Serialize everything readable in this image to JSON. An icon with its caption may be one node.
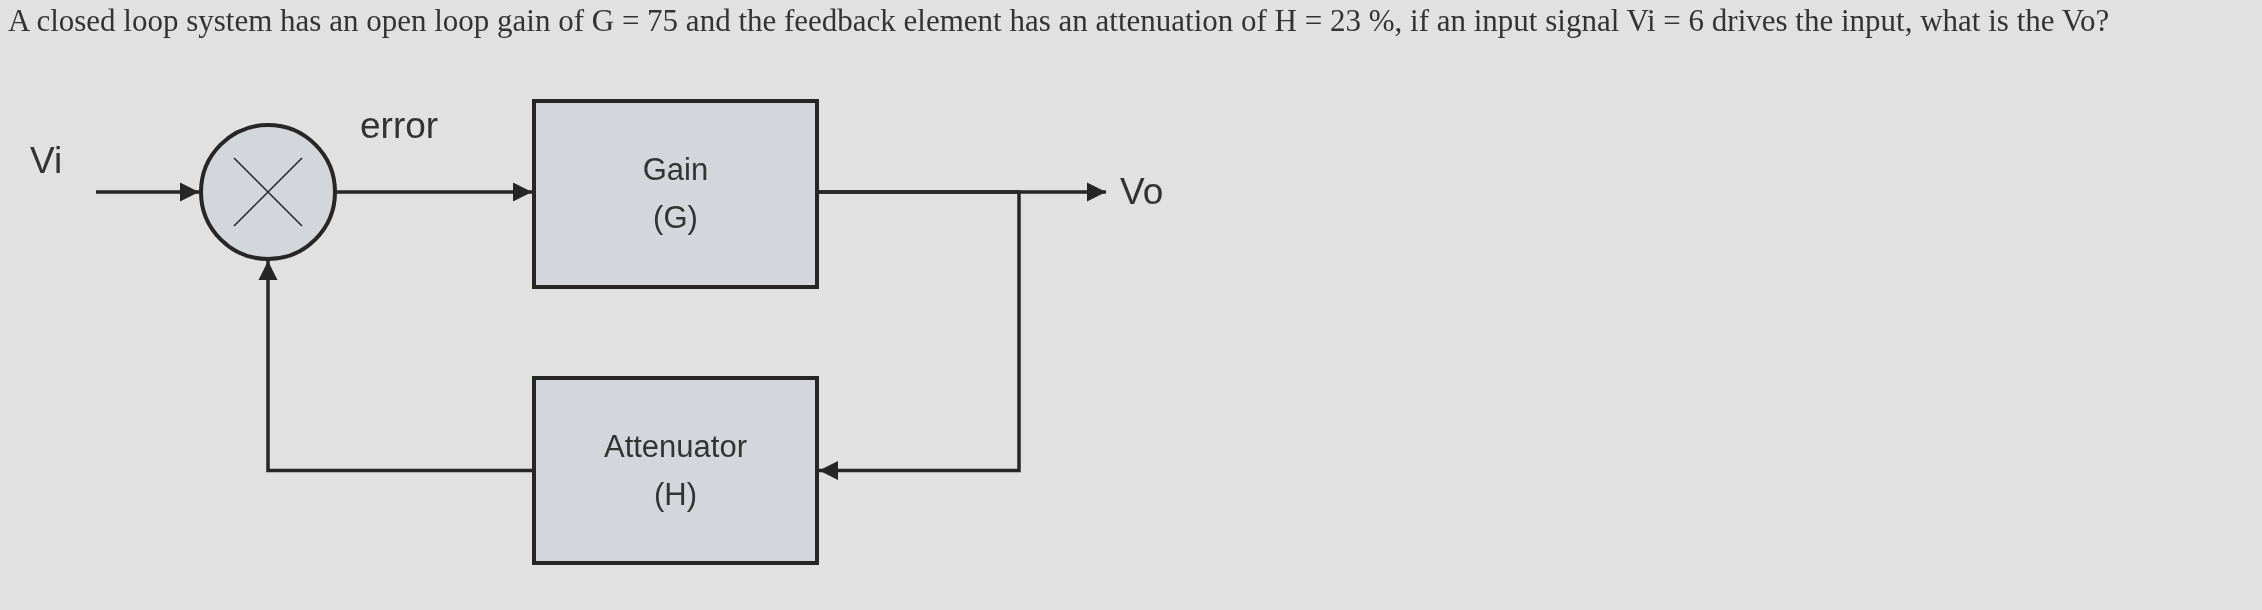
{
  "diagram": {
    "title": "A closed loop system has an open loop gain of G = 75 and the feedback element has an attenuation of H = 23 %, if an input signal Vi = 6 drives the input, what is the Vo?",
    "nodes": [
      {
        "text": [
          "Vi"
        ]
      },
      {
        "text": [],
        "shape": "circle"
      },
      {
        "text": [
          "Gain (G)"
        ]
      },
      {
        "text": [
          "Attenuator (H)"
        ]
      },
      {
        "text": [
          "Vo"
        ]
      }
    ],
    "edges": [
      {
        "from": 0,
        "to": 1,
        "arrow": "to"
      },
      {
        "from": 1,
        "to": 2,
        "arrow": "to",
        "label": "error"
      },
      {
        "from": 2,
        "to": 4,
        "arrow": "to"
      },
      {
        "from": 2,
        "to": 3,
        "arrow": "to"
      },
      {
        "from": 3,
        "to": 1,
        "arrow": "to"
      }
    ]
  }
}
